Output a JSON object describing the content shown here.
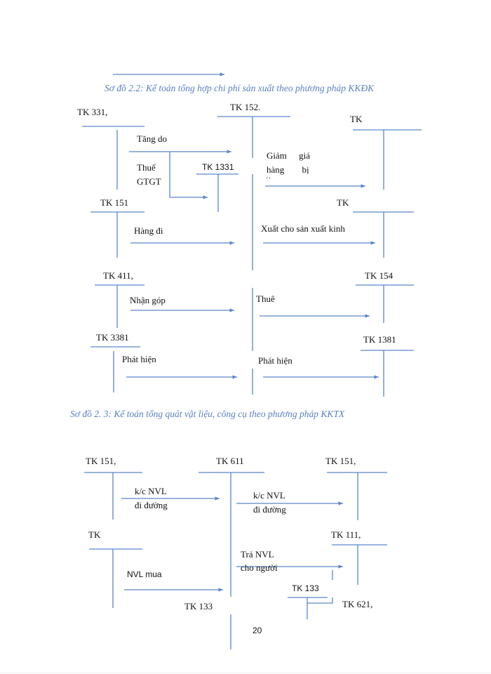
{
  "diagram1": {
    "caption": "Sơ đồ 2.2: Kế toán tổng hợp chi phí sản xuất theo phương pháp KKĐK",
    "accounts": {
      "tk331": "TK 331,",
      "tk152": "TK 152.",
      "tk_top_right": "TK",
      "tk1331": "TK 1331",
      "tk151": "TK 151",
      "tk_mid_right": "TK",
      "tk411": "TK 411,",
      "tk154": "TK 154",
      "tk3381": "TK 3381",
      "tk1381": "TK 1381"
    },
    "labels": {
      "tang_do": "Tăng do",
      "thue": "Thuế",
      "gtgt": "GTGT",
      "giam_gia": "Giảm giá",
      "hang_bi": "hàng bị",
      "dots": "' '",
      "hang_di": "Hàng đi",
      "xuat_cho": "Xuất cho sản xuất kinh",
      "nhan_gop": "Nhận góp",
      "thue2": "Thuê",
      "phat_hien_left": "Phát hiện",
      "phat_hien_right": "Phát hiện"
    }
  },
  "diagram2": {
    "caption": "Sơ đồ 2. 3: Kế toán tổng quát vật liệu, công cụ theo phương pháp KKTX",
    "accounts": {
      "tk151_left": "TK 151,",
      "tk611": "TK 611",
      "tk151_right": "TK 151,",
      "tk_left": "TK",
      "tk111": "TK 111,",
      "tk133_small": "TK 133",
      "tk133": "TK 133",
      "tk621": "TK 621,"
    },
    "labels": {
      "kc1a": "k/c NVL",
      "kc1b": "đi đường",
      "kc2a": "k/c NVL",
      "kc2b": "đi đường",
      "tra_a": "Trả NVL",
      "tra_b": "cho người",
      "nvl_mua": "NVL mua"
    }
  },
  "page_number": "20",
  "colors": {
    "line": "#5b86c9",
    "caption": "#5b7fc3"
  }
}
